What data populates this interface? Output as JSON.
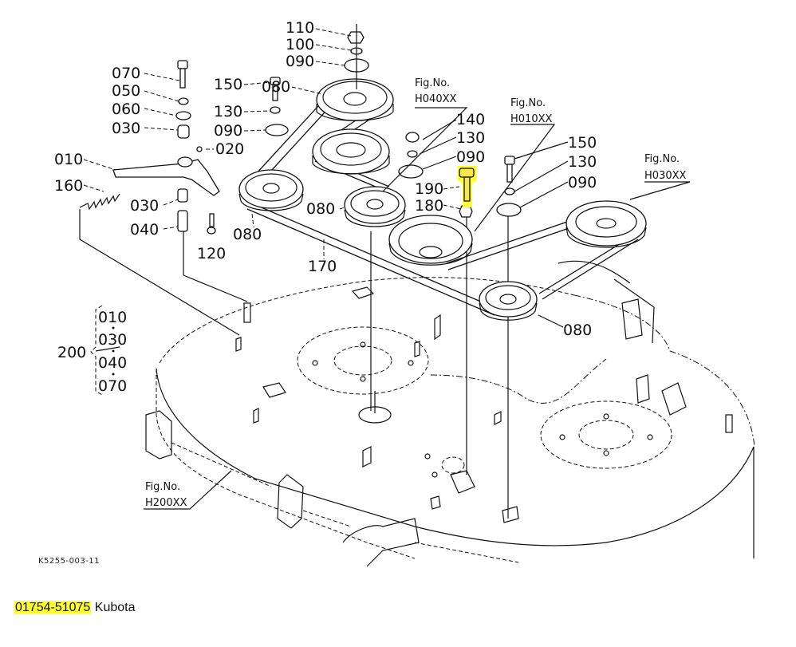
{
  "diagram": {
    "title": "Mower deck belt drive parts diagram",
    "reference_code": "K5255-003-11",
    "highlight_color": "#ffff33",
    "highlighted_part": "190",
    "callouts": {
      "c110": "110",
      "c100": "100",
      "c090_top": "090",
      "c070": "070",
      "c050": "050",
      "c060": "060",
      "c030_a": "030",
      "c150_a": "150",
      "c080_a": "080",
      "c130_a": "130",
      "c090_a": "090",
      "c020": "020",
      "c010": "010",
      "c160": "160",
      "c030_b": "030",
      "c040": "040",
      "c120": "120",
      "c080_b": "080",
      "c080_c": "080",
      "c170": "170",
      "c140": "140",
      "c130_b": "130",
      "c090_b": "090",
      "c190": "190",
      "c180": "180",
      "c150_b": "150",
      "c130_c": "130",
      "c090_c": "090",
      "c080_d": "080"
    },
    "fig_refs": [
      {
        "line1": "Fig.No.",
        "line2": "H040XX"
      },
      {
        "line1": "Fig.No.",
        "line2": "H010XX"
      },
      {
        "line1": "Fig.No.",
        "line2": "H030XX"
      },
      {
        "line1": "Fig.No.",
        "line2": "H200XX"
      }
    ],
    "assembly": {
      "number": "200",
      "items": [
        "010",
        "030",
        "040",
        "070"
      ]
    }
  },
  "caption": {
    "part_number": "01754-51075",
    "brand": "Kubota"
  }
}
